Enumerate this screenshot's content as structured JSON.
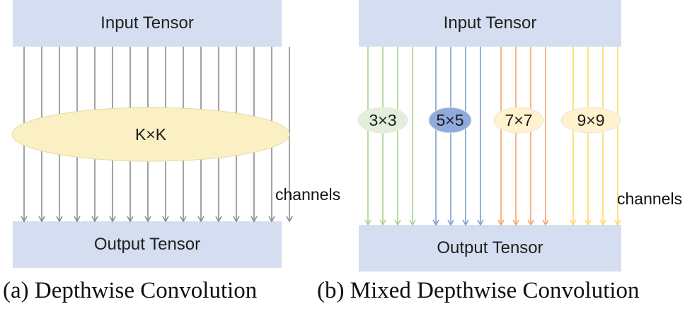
{
  "panel_a": {
    "input_label": "Input Tensor",
    "output_label": "Output Tensor",
    "kernel_label": "K×K",
    "channels_label": "channels",
    "caption": "(a) Depthwise Convolution",
    "arrow_color": "#8c8c8c",
    "kernel_fill": "#fbf0c4"
  },
  "panel_b": {
    "input_label": "Input Tensor",
    "output_label": "Output Tensor",
    "channels_label": "channels",
    "caption": "(b) Mixed Depthwise Convolution",
    "groups": [
      {
        "label": "3×3",
        "line_color": "#a9d18e",
        "fill": "#e2efda"
      },
      {
        "label": "5×5",
        "line_color": "#7f9fd0",
        "fill": "#8faadc"
      },
      {
        "label": "7×7",
        "line_color": "#f4a46a",
        "fill": "#fff2cc"
      },
      {
        "label": "9×9",
        "line_color": "#ffd966",
        "fill": "#fff2cc"
      }
    ]
  },
  "colors": {
    "tensor_box": "#d5def0"
  }
}
